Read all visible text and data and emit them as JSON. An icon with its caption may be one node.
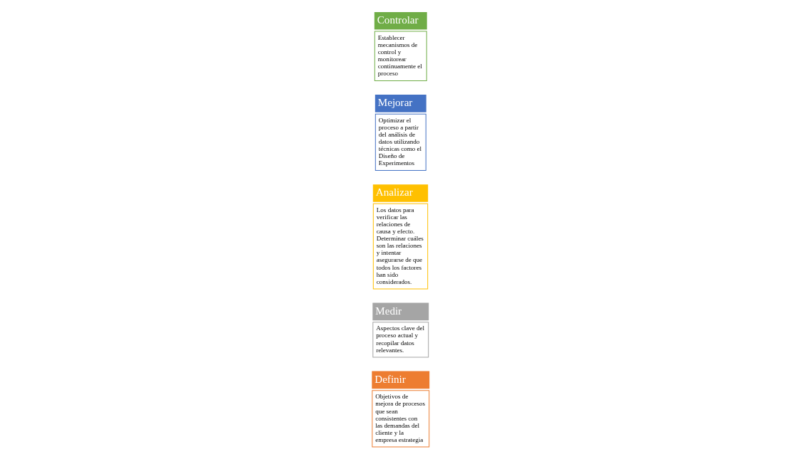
{
  "diagram": {
    "nodes": [
      {
        "text": [
          "Definir",
          "Objetivos de mejora de procesos que sean consistentes con las demandas del cliente y la empresa estrategia"
        ]
      },
      {
        "text": [
          "Medir",
          "Aspectos clave del proceso actual y recopilar datos relevantes."
        ]
      },
      {
        "text": [
          "Analizar",
          "Los datos para verificar las relaciones de causa y efecto. Determinar cuáles son las relaciones y intentar asegurarse de que todos los factores han sido considerados."
        ]
      },
      {
        "text": [
          "Mejorar",
          "Optimizar el proceso a partir del análisis de datos utilizando técnicas como el Diseño de Experimentos"
        ]
      },
      {
        "text": [
          "Controlar",
          "Establecer mecanismos de control y monitorear continuamente el proceso"
        ]
      }
    ],
    "edges": []
  }
}
